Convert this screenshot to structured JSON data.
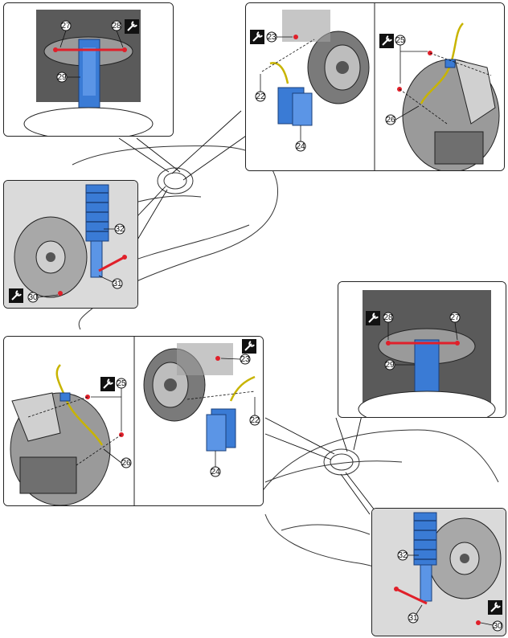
{
  "callouts": {
    "c22": "22",
    "c23": "23",
    "c24": "24",
    "c25": "25",
    "c26": "26",
    "c27": "27",
    "c28": "28",
    "c29": "29",
    "c30": "30",
    "c31": "31",
    "c32": "32"
  },
  "icons": {
    "torque": "wrench-icon",
    "bolt": "bolt-icon"
  },
  "colors": {
    "part_highlight": "#3a7bd5",
    "bolt_highlight": "#e0202a",
    "hose_highlight": "#c8b400",
    "component_gray": "#8c8c8c",
    "outline": "#222222"
  }
}
